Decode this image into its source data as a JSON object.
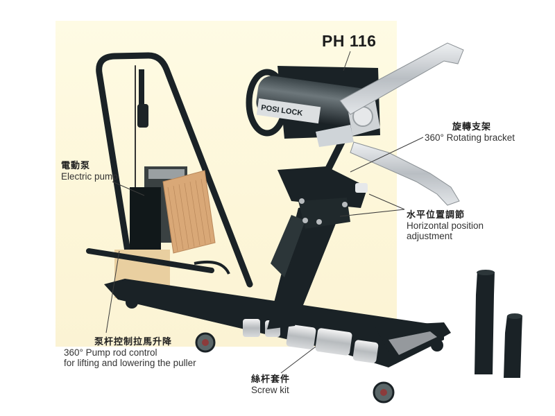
{
  "model": {
    "name": "PH 116"
  },
  "brand_plate": {
    "text": "POSI LOCK"
  },
  "labels": {
    "rotating_bracket": {
      "zh": "旋轉支架",
      "en": "360° Rotating bracket"
    },
    "electric_pump": {
      "zh": "電動泵",
      "en": "Electric pump"
    },
    "horizontal_adjust": {
      "zh": "水平位置調節",
      "en_line1": "Horizontal position",
      "en_line2": "adjustment"
    },
    "pump_rod": {
      "zh": "泵杆控制拉馬升降",
      "en_line1": "360° Pump rod control",
      "en_line2": "for lifting and lowering the puller"
    },
    "screw_kit": {
      "zh": "絲杆套件",
      "en": "Screw kit"
    }
  },
  "colors": {
    "background_panel": "#fdf6d8",
    "frame": "#1a2226",
    "steel": "#c9ccd0",
    "pump_grille": "#d9a877",
    "text": "#2b2b2b"
  }
}
